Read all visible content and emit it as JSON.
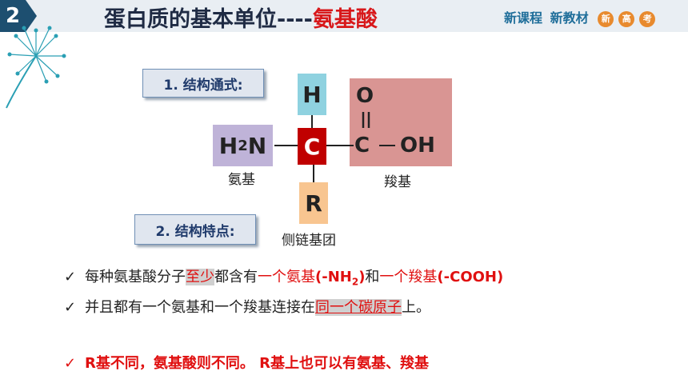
{
  "header": {
    "slide_number": "2",
    "title_prefix": "蛋白质的基本单位----",
    "title_highlight": "氨基酸",
    "brand": [
      "新课程",
      "新教材"
    ],
    "brand_badges": [
      "新",
      "高",
      "考"
    ]
  },
  "section1": {
    "label": "1. 结构通式:"
  },
  "section2": {
    "label": "2. 结构特点:"
  },
  "formula": {
    "amino": "H",
    "amino_sub": "2",
    "amino_n": "N",
    "hydrogen": "H",
    "carbon": "C",
    "r_group": "R",
    "carboxyl_o": "O",
    "carboxyl_c": "C",
    "carboxyl_oh": "OH",
    "caption_amino": "氨基",
    "caption_carboxyl": "羧基",
    "caption_r": "侧链基团"
  },
  "bullets": {
    "b1_a": "每种氨基酸分子",
    "b1_b": "至少",
    "b1_c": "都含有",
    "b1_d": "一个氨基",
    "b1_e": "(-NH",
    "b1_f": "2",
    "b1_g": ")",
    "b1_h": "和",
    "b1_i": "一个羧基",
    "b1_j": "(-COOH)",
    "b2_a": "并且都有一个氨基和一个羧基连接在",
    "b2_b": "同一个碳原子",
    "b2_c": "上。",
    "b3": "R基不同，氨基酸则不同。 R基上也可以有氨基、羧基",
    "check": "✓"
  },
  "colors": {
    "accent_red": "#e01010",
    "title_dark": "#1f2b44",
    "nh2_fill": "#bfb3d8",
    "h_fill": "#8fd2e0",
    "c_fill": "#c00000",
    "r_fill": "#f8c590",
    "cooh_fill": "#d99593"
  }
}
